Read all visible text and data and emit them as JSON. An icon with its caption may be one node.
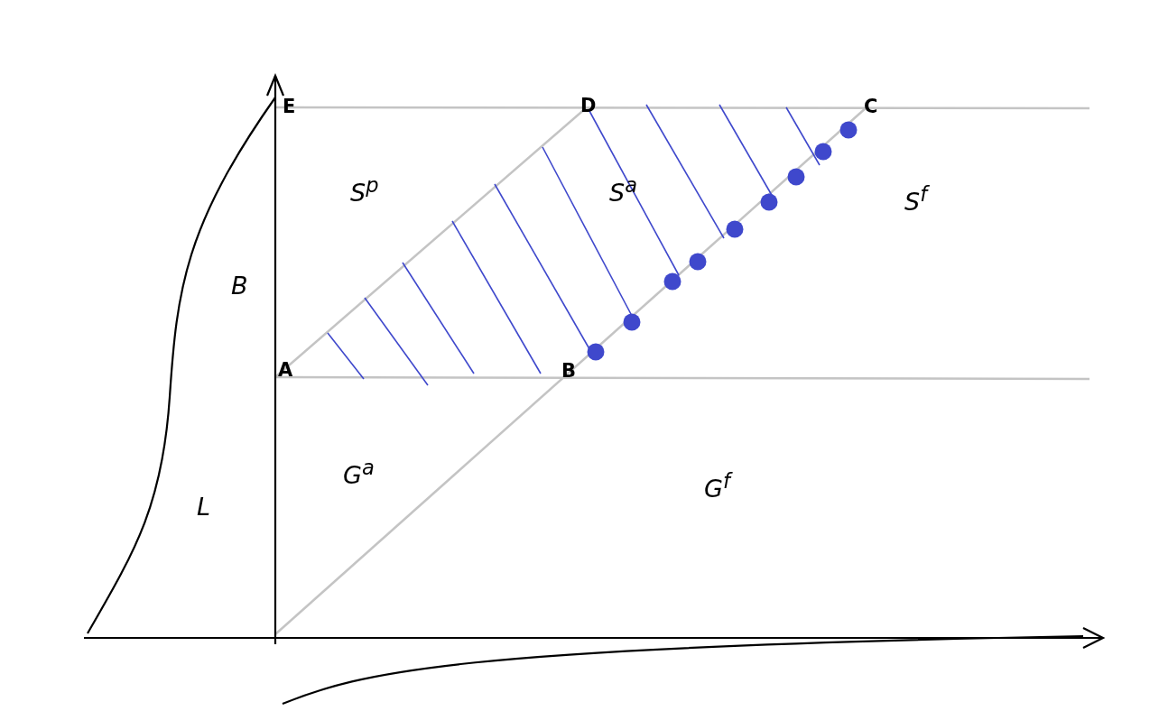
{
  "diagram": {
    "labels": [
      "E",
      "D",
      "C",
      "S$^{p}$",
      "S$^{a}$",
      "S$^{f}$",
      "B",
      "A",
      "B",
      "G$^{a}$",
      "L",
      "G$^{f}$"
    ]
  }
}
